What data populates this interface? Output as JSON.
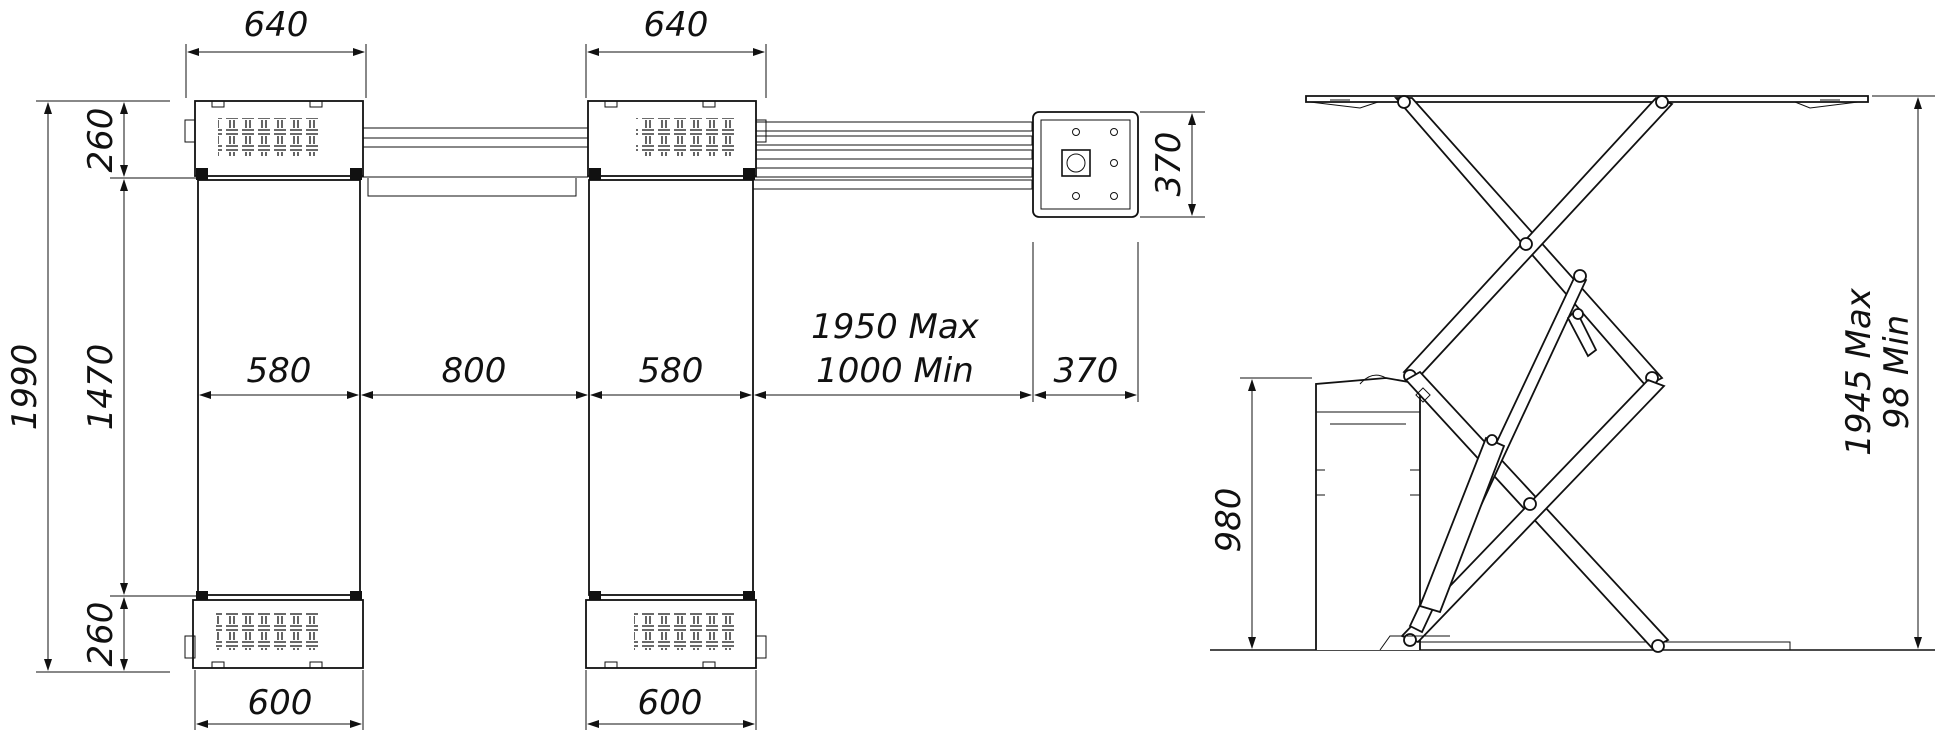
{
  "dimensions": {
    "top_width_left": "640",
    "top_width_right": "640",
    "bottom_width_left": "600",
    "bottom_width_right": "600",
    "total_length": "1990",
    "platform_length": "1470",
    "ramp_top_length": "260",
    "ramp_bottom_length": "260",
    "platform_width_left": "580",
    "platform_gap": "800",
    "platform_width_right": "580",
    "console_distance_max": "1950 Max",
    "console_distance_min": "1000 Min",
    "console_width": "370",
    "console_depth": "370",
    "console_height": "980",
    "lift_height_max": "1945 Max",
    "lift_height_min": "98 Min"
  }
}
